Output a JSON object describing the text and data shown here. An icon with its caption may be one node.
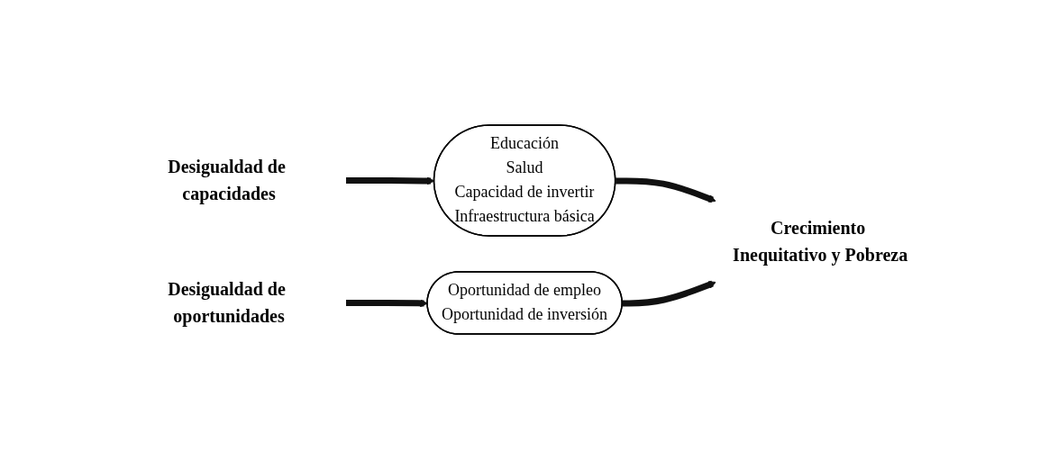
{
  "diagram": {
    "nodes": [
      {
        "text": [
          "Desigualdad de capacidades"
        ]
      },
      {
        "text": [
          "Educación",
          "Salud",
          "Capacidad de invertir",
          "Infraestructura básica"
        ]
      },
      {
        "text": [
          "Desigualdad de oportunidades"
        ]
      },
      {
        "text": [
          "Oportunidad de empleo",
          "Oportunidad de inversión"
        ]
      },
      {
        "text": [
          "Crecimiento Inequitativo y Pobreza"
        ]
      }
    ],
    "edges": [
      {
        "from": 0,
        "to": 1,
        "arrow": "to"
      },
      {
        "from": 2,
        "to": 3,
        "arrow": "to"
      },
      {
        "from": 1,
        "to": 4,
        "arrow": "to"
      },
      {
        "from": 3,
        "to": 4,
        "arrow": "to"
      }
    ]
  }
}
